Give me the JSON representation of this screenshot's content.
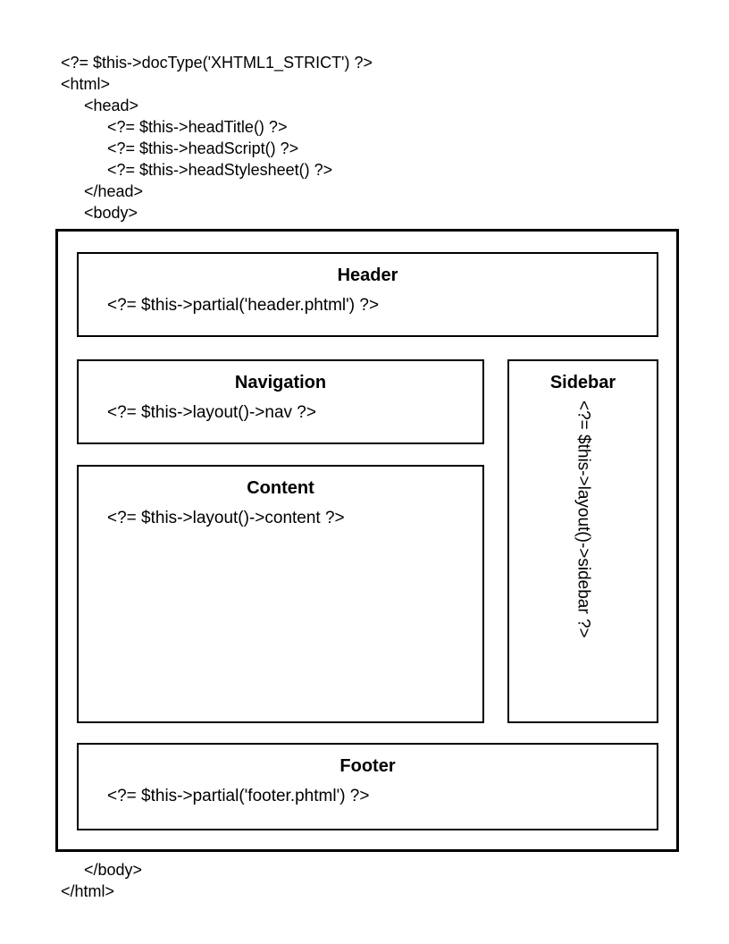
{
  "page": {
    "background": "#ffffff",
    "text_color": "#000000",
    "border_color": "#000000"
  },
  "code_top": [
    "<?= $this->docType('XHTML1_STRICT') ?>",
    "<html>",
    "<head>",
    "<?= $this->headTitle() ?>",
    "<?= $this->headScript() ?>",
    "<?= $this->headStylesheet() ?>",
    "</head>",
    "<body>"
  ],
  "boxes": {
    "header": {
      "title": "Header",
      "code": "<?= $this->partial('header.phtml') ?>"
    },
    "navigation": {
      "title": "Navigation",
      "code": "<?= $this->layout()->nav ?>"
    },
    "content": {
      "title": "Content",
      "code": "<?= $this->layout()->content ?>"
    },
    "sidebar": {
      "title": "Sidebar",
      "code": "<?= $this->layout()->sidebar ?>"
    },
    "footer": {
      "title": "Footer",
      "code": "<?= $this->partial('footer.phtml') ?>"
    }
  },
  "code_bottom": [
    "</body>",
    "</html>"
  ]
}
